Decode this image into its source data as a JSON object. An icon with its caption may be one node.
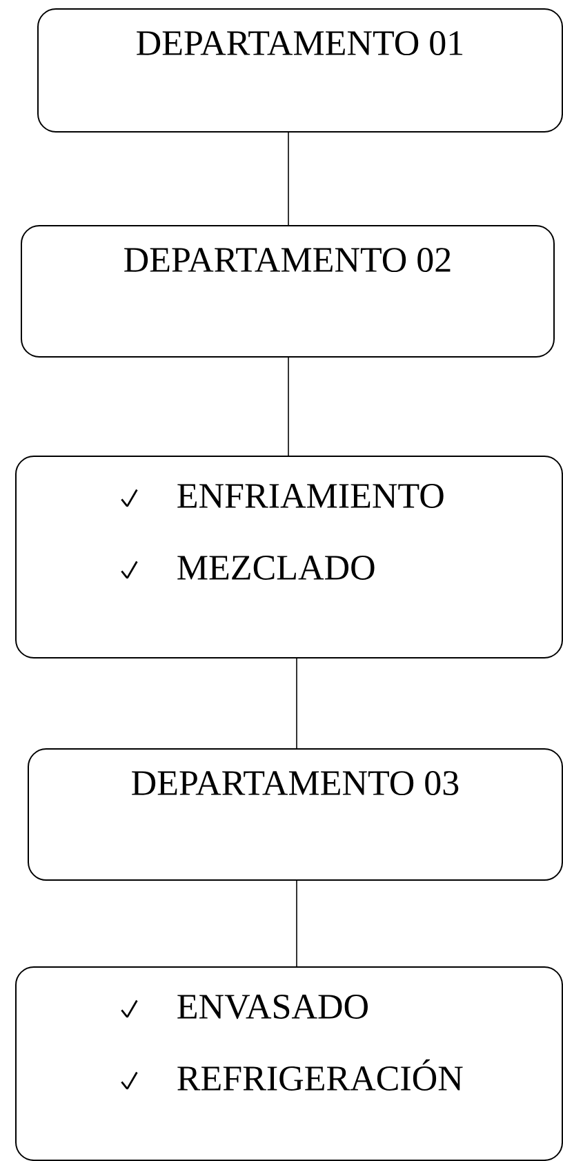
{
  "diagram": {
    "nodes": [
      {
        "text": [
          "DEPARTAMENTO 01"
        ]
      },
      {
        "text": [
          "DEPARTAMENTO 02"
        ]
      },
      {
        "text": [
          "ENFRIAMIENTO",
          "MEZCLADO"
        ]
      },
      {
        "text": [
          "DEPARTAMENTO 03"
        ]
      },
      {
        "text": [
          "ENVASADO",
          "REFRIGERACIÓN"
        ]
      }
    ],
    "edges": [
      {
        "from": 0,
        "to": 1,
        "arrow": "none"
      },
      {
        "from": 1,
        "to": 2,
        "arrow": "none"
      },
      {
        "from": 2,
        "to": 3,
        "arrow": "none"
      },
      {
        "from": 3,
        "to": 4,
        "arrow": "none"
      }
    ]
  }
}
